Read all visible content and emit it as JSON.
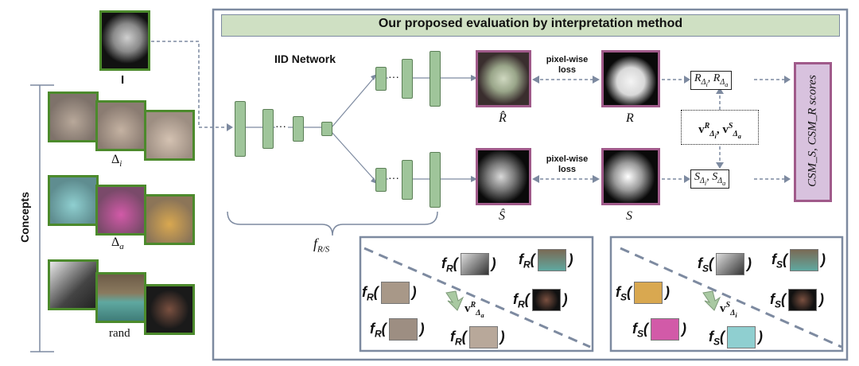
{
  "title": "Our proposed evaluation by interpretation method",
  "network_label": "IID Network",
  "concepts_label": "Concepts",
  "input_label": "I",
  "concept_groups": {
    "delta_i": "Δ",
    "delta_i_sub": "i",
    "delta_a": "Δ",
    "delta_a_sub": "a",
    "rand": "rand"
  },
  "outputs": {
    "r_hat": "R̂",
    "r": "R",
    "s_hat": "Ŝ",
    "s": "S",
    "loss_top": "pixel-wise\nloss",
    "loss_bottom": "pixel-wise\nloss"
  },
  "boxes": {
    "r_delta": "R",
    "s_delta": "S",
    "v_vectors": "v",
    "scores": "CSM_S, CSM_R scores"
  },
  "f_label": "f",
  "f_label_sub": "R/S",
  "panels": {
    "left_prefix": "f",
    "left_sub": "R",
    "left_vector": "v",
    "right_prefix": "f",
    "right_sub": "S",
    "right_vector": "v"
  },
  "colors": {
    "header_fill": "#cfe0c3",
    "frame": "#7d8aa0",
    "layer_fill": "#9fc59a",
    "concept_border": "#4c8a2c",
    "output_border": "#a05a8a",
    "score_fill": "#d8c2de"
  }
}
